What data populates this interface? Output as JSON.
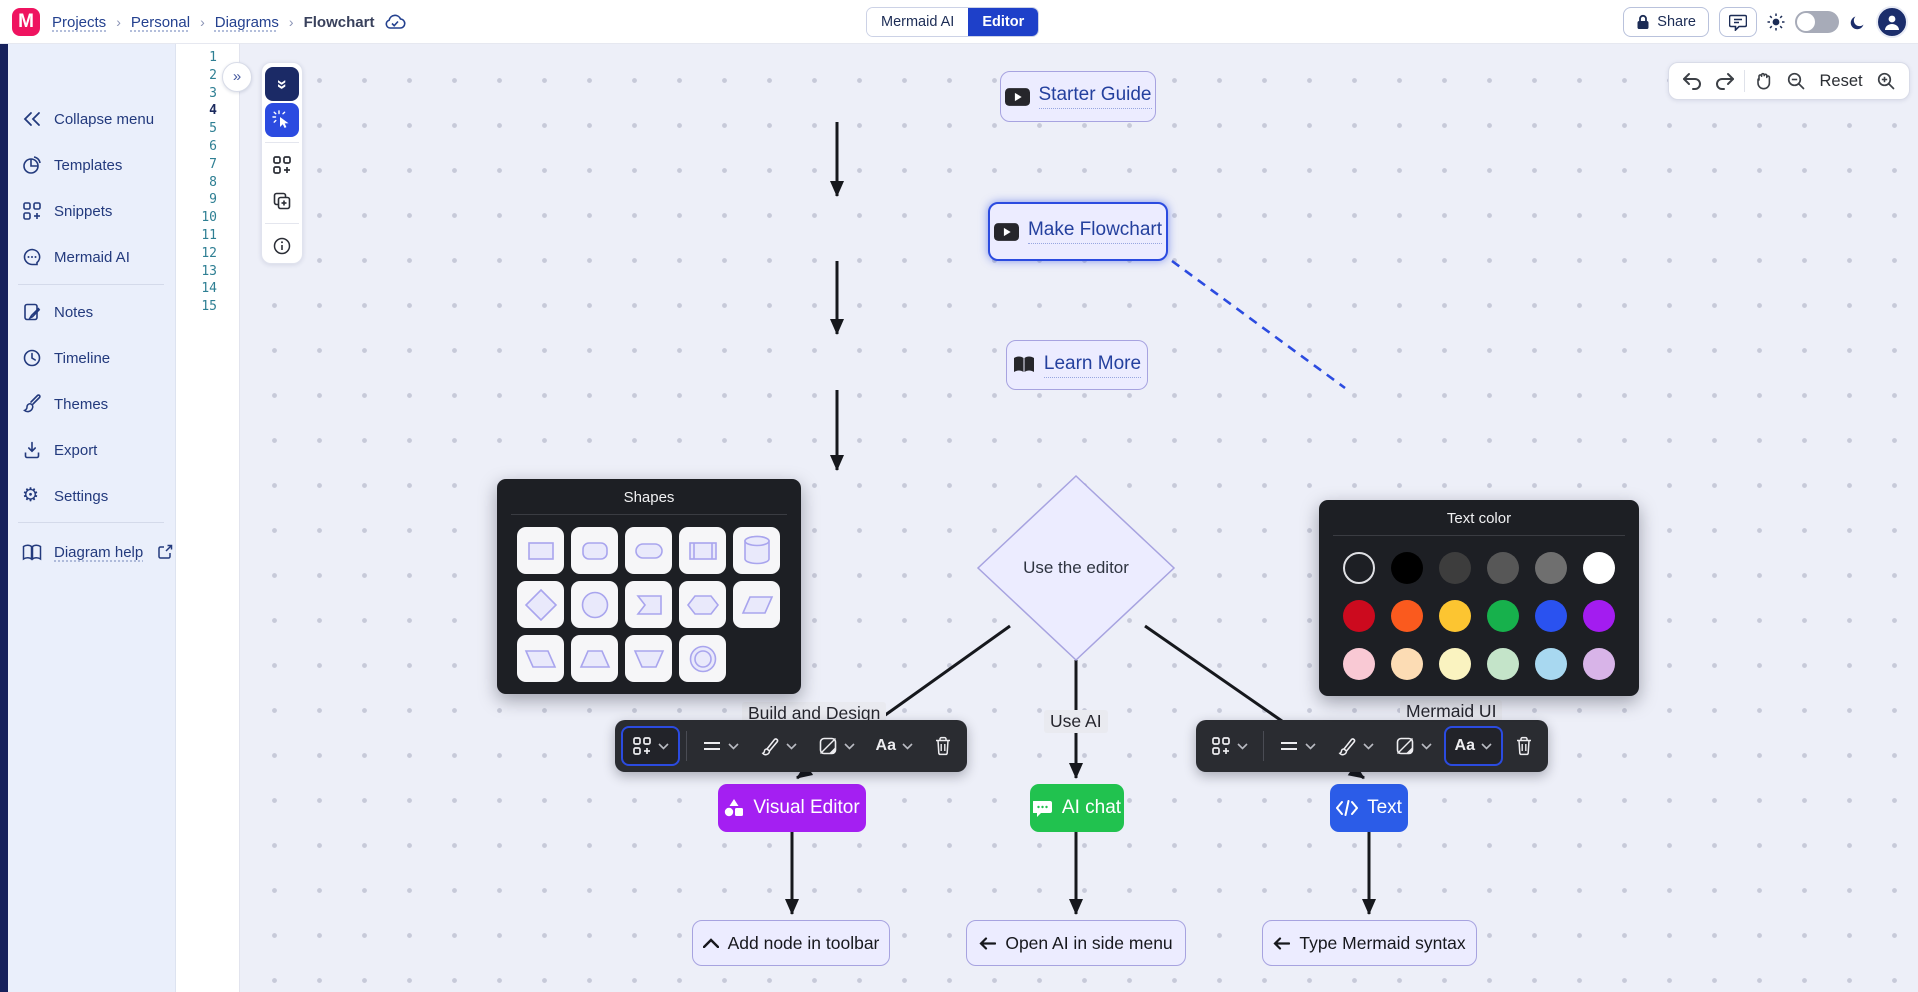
{
  "header": {
    "logo_text": "M",
    "breadcrumbs": {
      "items": [
        "Projects",
        "Personal",
        "Diagrams"
      ],
      "current": "Flowchart"
    },
    "mode_toggle": {
      "ai_label": "Mermaid AI",
      "editor_label": "Editor",
      "selected": "Editor"
    },
    "share_label": "Share"
  },
  "sidebar": {
    "items": [
      {
        "label": "Collapse menu"
      },
      {
        "label": "Templates"
      },
      {
        "label": "Snippets"
      },
      {
        "label": "Mermaid AI"
      },
      {
        "label": "Notes"
      },
      {
        "label": "Timeline"
      },
      {
        "label": "Themes"
      },
      {
        "label": "Export"
      },
      {
        "label": "Settings"
      },
      {
        "label": "Diagram help"
      }
    ]
  },
  "editor": {
    "line_numbers": [
      "1",
      "2",
      "3",
      "4",
      "5",
      "6",
      "7",
      "8",
      "9",
      "10",
      "11",
      "12",
      "13",
      "14",
      "15"
    ],
    "active_line": "4"
  },
  "canvas": {
    "controls": {
      "reset_label": "Reset"
    },
    "nodes": {
      "starter": {
        "label": "Starter Guide"
      },
      "make": {
        "label": "Make Flowchart"
      },
      "learn": {
        "label": "Learn More"
      },
      "decision": {
        "label": "Use the editor"
      },
      "visual": {
        "label": "Visual Editor",
        "color": "#a41ff2"
      },
      "ai_chat": {
        "label": "AI chat",
        "color": "#21c24f"
      },
      "text": {
        "label": "Text",
        "color": "#2b5ce8"
      },
      "add": {
        "label": "Add node in toolbar"
      },
      "open": {
        "label": "Open AI in side menu"
      },
      "type": {
        "label": "Type Mermaid syntax"
      }
    },
    "edge_labels": {
      "left": "Build and Design",
      "middle": "Use AI",
      "right": "Mermaid UI"
    },
    "shapes_panel": {
      "title": "Shapes",
      "shapes": [
        "rectangle",
        "rounded-rectangle",
        "stadium",
        "subroutine",
        "cylinder",
        "diamond",
        "circle",
        "odd",
        "hexagon",
        "lean-right",
        "lean-left",
        "trapezoid",
        "inverted-trapezoid",
        "double-circle"
      ]
    },
    "text_color_panel": {
      "title": "Text color",
      "rows": [
        [
          "none",
          "#000000",
          "#3d3d3d",
          "#575757",
          "#6f6f6f",
          "#ffffff"
        ],
        [
          "#cc0a1e",
          "#fa5a1e",
          "#fcc531",
          "#17b14c",
          "#2a52f0",
          "#a31cf0"
        ],
        [
          "#f9c9d4",
          "#fcdcb4",
          "#faf3c0",
          "#c4e4c9",
          "#a8d8f0",
          "#d8b4e8"
        ]
      ]
    },
    "toolbar": {
      "text_style_label": "Aa"
    }
  }
}
